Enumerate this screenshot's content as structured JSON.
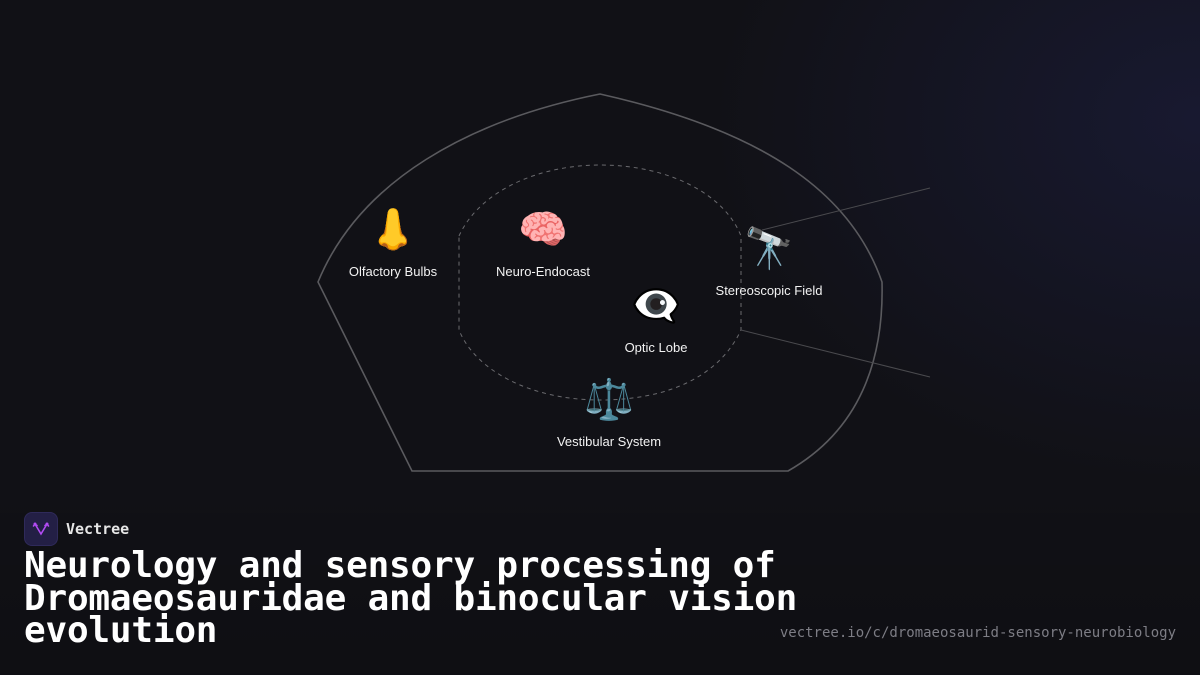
{
  "brand": {
    "name": "Vectree",
    "logo_icon": "vectree-fork-logo",
    "logo_bg": "#231f45",
    "logo_accent": "#b24bf3"
  },
  "title": "Neurology and sensory processing of Dromaeosauridae and binocular vision evolution",
  "url": "vectree.io/c/dromaeosaurid-sensory-neurobiology",
  "diagram": {
    "outer_shape": "skull-outline",
    "inner_shape": "braincase-dashed-outline",
    "stroke_color": "#5a5a5e",
    "nodes": [
      {
        "id": "olfactory",
        "label": "Olfactory Bulbs",
        "icon": "nose-icon",
        "emoji": "👃"
      },
      {
        "id": "endocast",
        "label": "Neuro-Endocast",
        "icon": "brain-icon",
        "emoji": "🧠"
      },
      {
        "id": "optic",
        "label": "Optic Lobe",
        "icon": "eye-in-speech-bubble-icon",
        "emoji": "👁️‍🗨️"
      },
      {
        "id": "stereo",
        "label": "Stereoscopic Field",
        "icon": "telescope-icon",
        "emoji": "🔭"
      },
      {
        "id": "vestibular",
        "label": "Vestibular System",
        "icon": "balance-scale-icon",
        "emoji": "⚖️"
      }
    ]
  }
}
